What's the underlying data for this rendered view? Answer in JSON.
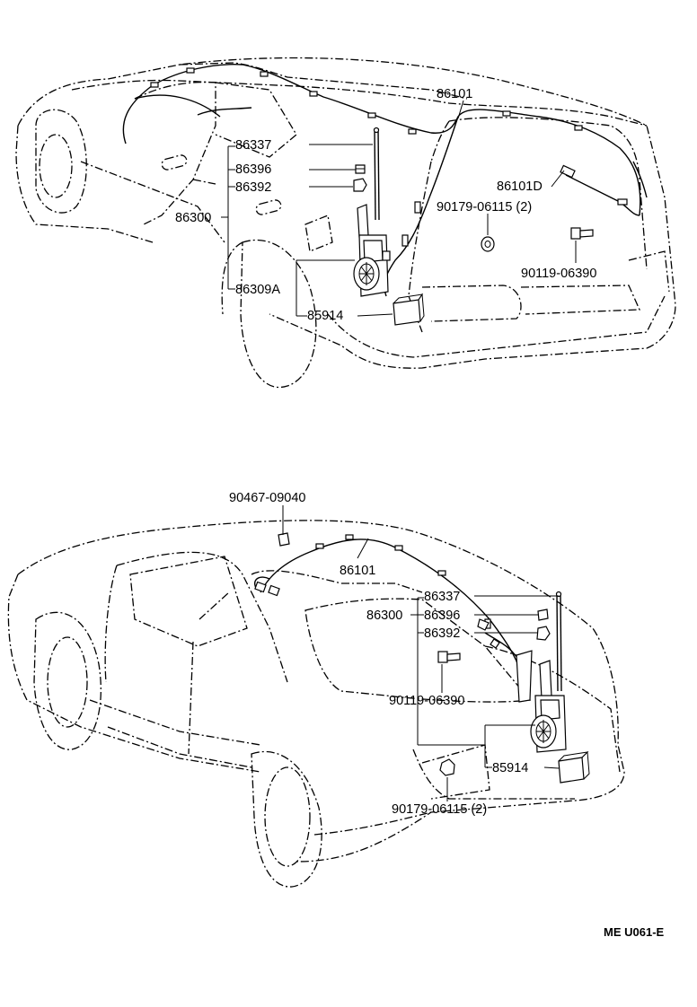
{
  "figure_code": "ME  U061-E",
  "top_view": {
    "labels": {
      "antenna_cord": "86101",
      "rod": "86337",
      "nut": "86396",
      "bezel": "86392",
      "antenna_assy": "86300",
      "cord_sub": "86101D",
      "clip": "90179-06115 (2)",
      "bolt": "90119-06390",
      "motor_sub": "86309A",
      "relay": "85914"
    }
  },
  "bottom_view": {
    "labels": {
      "nut_top": "90467-09040",
      "antenna_cord": "86101",
      "rod": "86337",
      "antenna_assy": "86300",
      "nut": "86396",
      "bezel": "86392",
      "bolt": "90119-06390",
      "relay": "85914",
      "clip": "90179-06115 (2)"
    }
  }
}
